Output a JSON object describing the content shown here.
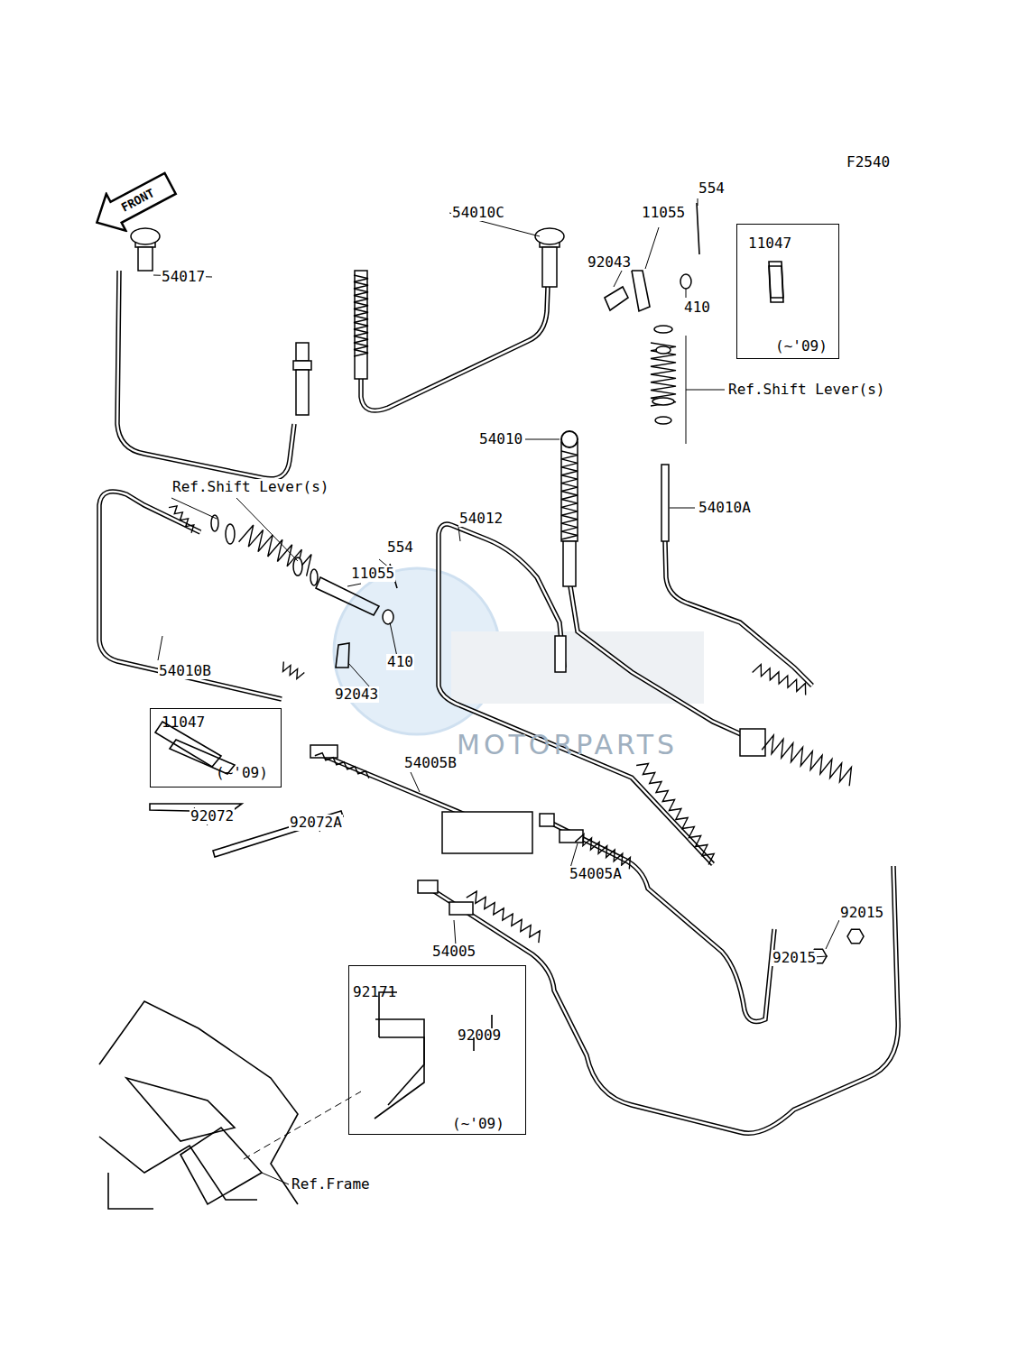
{
  "diagram": {
    "nodes": [
      {
        "text": [
          "FRONT"
        ]
      },
      {
        "text": [
          "11047",
          "(~'09)"
        ]
      },
      {
        "text": [
          "11047",
          "(~'09)"
        ]
      },
      {
        "text": [
          "92171",
          "92009",
          "(~'09)"
        ]
      }
    ],
    "labels": [
      "F2540",
      "554",
      "54010C",
      "11055",
      "92043",
      "54017",
      "410",
      "Ref.Shift Lever(s)",
      "54010",
      "Ref.Shift Lever(s)",
      "54010A",
      "54012",
      "554",
      "11055",
      "54010B",
      "410",
      "92043",
      "MOTORPARTS",
      "54005B",
      "92072",
      "92072A",
      "54005A",
      "92015",
      "92015",
      "54005",
      "Ref.Frame"
    ]
  }
}
